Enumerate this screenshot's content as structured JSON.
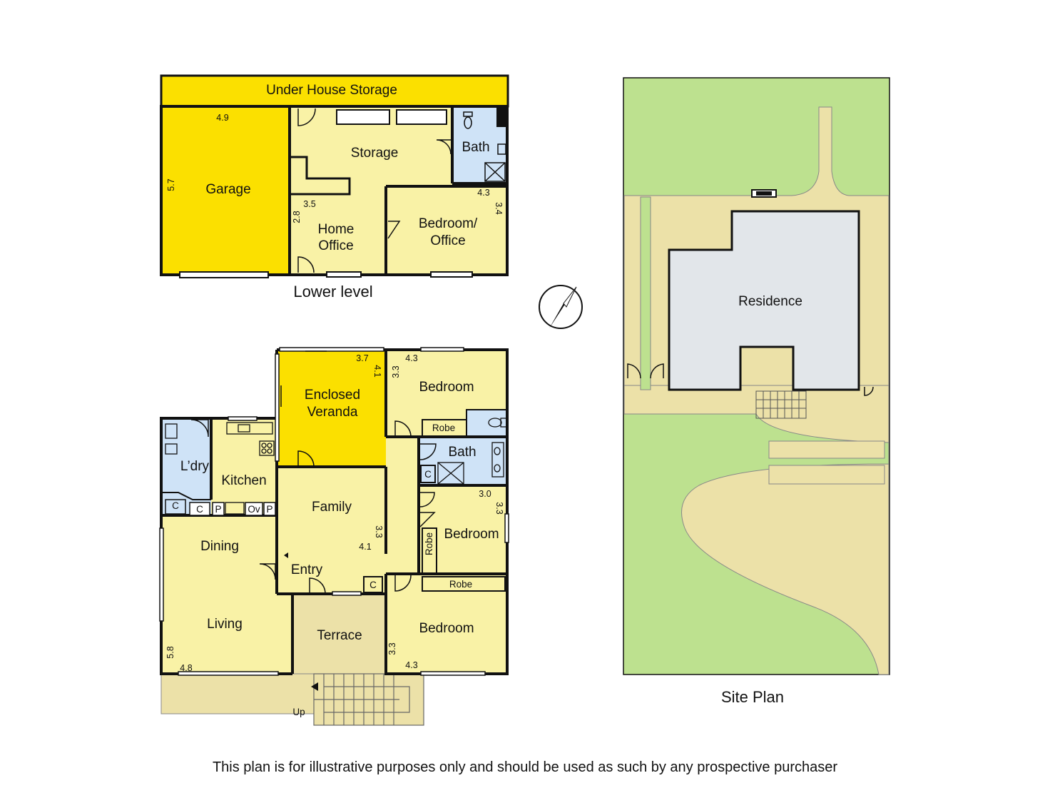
{
  "colors": {
    "room_yellow": "#f9f2a6",
    "highlight_yellow": "#fbe000",
    "wet_blue": "#cfe3f7",
    "terrace_tan": "#ece1a8",
    "lawn_green": "#bde18f",
    "path_tan": "#ece1a8",
    "residence_gray": "#e2e6ea",
    "wall": "#111111"
  },
  "lower_level": {
    "caption": "Lower level",
    "under_house_storage": "Under House Storage",
    "garage": {
      "label": "Garage",
      "dim_w": "4.9",
      "dim_h": "5.7"
    },
    "storage": {
      "label": "Storage"
    },
    "bath": {
      "label": "Bath"
    },
    "home_office": {
      "line1": "Home",
      "line2": "Office",
      "dim_w": "3.5",
      "dim_h": "2.8"
    },
    "bedroom_office": {
      "line1": "Bedroom/",
      "line2": "Office",
      "dim_w": "4.3",
      "dim_h": "3.4"
    }
  },
  "upper_level": {
    "enclosed_veranda": {
      "line1": "Enclosed",
      "line2": "Veranda",
      "dim_w": "3.7",
      "dim_h": "4.1"
    },
    "bedroom_1": {
      "label": "Bedroom",
      "dim_w": "4.3",
      "dim_h": "3.3"
    },
    "robe_1": "Robe",
    "bath": {
      "label": "Bath"
    },
    "cupboard_bath": "C",
    "laundry": {
      "label": "L’dry"
    },
    "kitchen": {
      "label": "Kitchen"
    },
    "kitchen_cupboards": [
      "C",
      "C",
      "P",
      "Ov",
      "P"
    ],
    "family": {
      "label": "Family",
      "dim_w": "4.1",
      "dim_h": "3.3"
    },
    "bedroom_2": {
      "label": "Bedroom",
      "dim_w": "3.0",
      "dim_h": "3.3"
    },
    "robe_2": "Robe",
    "robe_3": "Robe",
    "dining": {
      "label": "Dining"
    },
    "living": {
      "label": "Living",
      "dim_w": "4.8",
      "dim_h": "5.8"
    },
    "entry": {
      "label": "Entry"
    },
    "cupboard_entry": "C",
    "terrace": {
      "label": "Terrace"
    },
    "bedroom_3": {
      "label": "Bedroom",
      "dim_w": "4.3",
      "dim_h": "3.3"
    },
    "stairs_up": "Up"
  },
  "site_plan": {
    "caption": "Site Plan",
    "residence": "Residence"
  },
  "compass_icon": "north-arrow-icon",
  "disclaimer": "This plan is for illustrative purposes only and should be used as such by any prospective purchaser"
}
